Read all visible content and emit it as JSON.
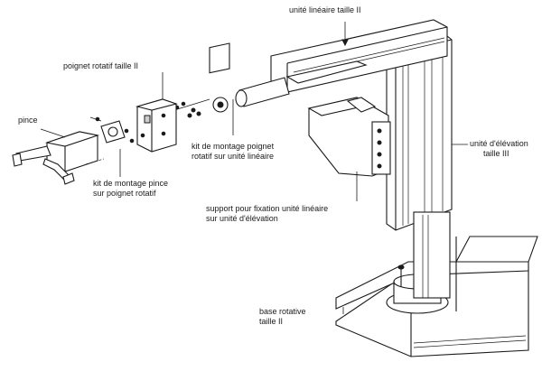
{
  "labels": {
    "linear_unit": "unité linéaire  taille II",
    "rotary_wrist": "poignet rotatif taille II",
    "gripper": "pince",
    "kit_wrist_l1": "kit de montage poignet",
    "kit_wrist_l2": "rotatif sur unité linéaire",
    "kit_gripper_l1": "kit de montage pince",
    "kit_gripper_l2": "sur poignet rotatif",
    "elevation_l1": "unité d'élévation",
    "elevation_l2": "taille III",
    "support_l1": "support pour fixation unité linéaire",
    "support_l2": "sur unité d'élévation",
    "base_l1": "base rotative",
    "base_l2": "taille II"
  }
}
